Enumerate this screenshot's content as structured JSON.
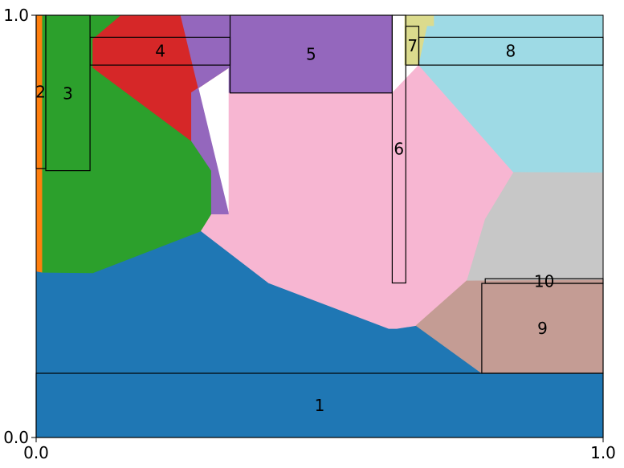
{
  "chart_data": {
    "type": "treemap",
    "xlim": [
      0.0,
      1.0
    ],
    "ylim": [
      0.0,
      1.0
    ],
    "x_ticks": [
      "0.0",
      "1.0"
    ],
    "y_ticks": [
      "0.0",
      "1.0"
    ],
    "regions": [
      {
        "label": "1",
        "color": "#1f77b4",
        "polygon": [
          [
            0.0,
            0.0
          ],
          [
            1.0,
            0.0
          ],
          [
            1.0,
            0.152
          ],
          [
            0.786,
            0.152
          ],
          [
            0.67,
            0.265
          ],
          [
            0.636,
            0.258
          ],
          [
            0.622,
            0.258
          ],
          [
            0.41,
            0.366
          ],
          [
            0.291,
            0.489
          ],
          [
            0.1,
            0.39
          ],
          [
            0.011,
            0.391
          ],
          [
            0.0,
            0.394
          ]
        ]
      },
      {
        "label": "2",
        "color": "#ff7f0e",
        "polygon": [
          [
            0.0,
            0.394
          ],
          [
            0.011,
            0.391
          ],
          [
            0.011,
            1.0
          ],
          [
            0.0,
            1.0
          ]
        ]
      },
      {
        "label": "3",
        "color": "#2ca02c",
        "polygon": [
          [
            0.011,
            0.391
          ],
          [
            0.1,
            0.39
          ],
          [
            0.291,
            0.489
          ],
          [
            0.309,
            0.528
          ],
          [
            0.309,
            0.632
          ],
          [
            0.274,
            0.702
          ],
          [
            0.1,
            0.876
          ],
          [
            0.1,
            0.943
          ],
          [
            0.15,
            1.0
          ],
          [
            0.011,
            1.0
          ]
        ]
      },
      {
        "label": "4",
        "color": "#d62728",
        "polygon": [
          [
            0.15,
            1.0
          ],
          [
            0.255,
            1.0
          ],
          [
            0.34,
            0.948
          ],
          [
            0.34,
            0.876
          ],
          [
            0.274,
            0.817
          ],
          [
            0.274,
            0.702
          ],
          [
            0.1,
            0.876
          ],
          [
            0.1,
            0.943
          ]
        ]
      },
      {
        "label": "5",
        "color": "#9467bd",
        "polygon": [
          [
            0.255,
            1.0
          ],
          [
            0.628,
            1.0
          ],
          [
            0.628,
            0.816
          ],
          [
            0.34,
            0.816
          ],
          [
            0.34,
            0.876
          ],
          [
            0.274,
            0.817
          ],
          [
            0.274,
            0.702
          ],
          [
            0.309,
            0.632
          ],
          [
            0.309,
            0.528
          ],
          [
            0.34,
            0.528
          ]
        ]
      },
      {
        "label": "6",
        "color": "#f7b6d2",
        "polygon": [
          [
            0.291,
            0.489
          ],
          [
            0.41,
            0.366
          ],
          [
            0.622,
            0.258
          ],
          [
            0.636,
            0.258
          ],
          [
            0.67,
            0.265
          ],
          [
            0.76,
            0.372
          ],
          [
            0.842,
            0.628
          ],
          [
            0.675,
            0.882
          ],
          [
            0.628,
            0.816
          ],
          [
            0.34,
            0.816
          ],
          [
            0.34,
            0.528
          ],
          [
            0.309,
            0.528
          ]
        ]
      },
      {
        "label": "7",
        "color": "#dbdb8d",
        "polygon": [
          [
            0.65,
            1.0
          ],
          [
            0.702,
            1.0
          ],
          [
            0.702,
            0.974
          ],
          [
            0.69,
            0.974
          ],
          [
            0.675,
            0.882
          ],
          [
            0.65,
            0.882
          ]
        ]
      },
      {
        "label": "8",
        "color": "#9edae5",
        "polygon": [
          [
            0.702,
            1.0
          ],
          [
            1.0,
            1.0
          ],
          [
            1.0,
            0.627
          ],
          [
            0.842,
            0.628
          ],
          [
            0.675,
            0.882
          ],
          [
            0.69,
            0.974
          ],
          [
            0.702,
            0.974
          ]
        ]
      },
      {
        "label": "9",
        "color": "#c49c94",
        "polygon": [
          [
            0.67,
            0.265
          ],
          [
            0.786,
            0.152
          ],
          [
            1.0,
            0.152
          ],
          [
            1.0,
            0.374
          ],
          [
            0.76,
            0.372
          ]
        ]
      },
      {
        "label": "10",
        "color": "#c7c7c7",
        "polygon": [
          [
            0.76,
            0.372
          ],
          [
            1.0,
            0.374
          ],
          [
            1.0,
            0.627
          ],
          [
            0.842,
            0.628
          ],
          [
            0.792,
            0.517
          ]
        ]
      }
    ],
    "boxes": [
      {
        "label": "1",
        "rect": [
          0.0,
          0.0,
          1.0,
          0.152
        ],
        "label_pos": [
          0.5,
          0.076
        ]
      },
      {
        "label": "2",
        "rect": [
          0.0,
          0.637,
          0.017,
          1.0
        ],
        "label_pos": [
          0.008,
          0.818
        ]
      },
      {
        "label": "3",
        "rect": [
          0.017,
          0.632,
          0.095,
          1.0
        ],
        "label_pos": [
          0.056,
          0.815
        ]
      },
      {
        "label": "4",
        "rect": [
          0.095,
          0.882,
          0.342,
          0.948
        ],
        "label_pos": [
          0.219,
          0.915
        ]
      },
      {
        "label": "5",
        "rect": [
          0.342,
          0.816,
          0.628,
          1.0
        ],
        "label_pos": [
          0.485,
          0.908
        ]
      },
      {
        "label": "6",
        "rect": [
          0.628,
          0.366,
          0.652,
          1.0
        ],
        "label_pos": [
          0.64,
          0.683
        ]
      },
      {
        "label": "7",
        "rect": [
          0.652,
          0.882,
          0.675,
          0.974
        ],
        "label_pos": [
          0.664,
          0.928
        ]
      },
      {
        "label": "8",
        "rect": [
          0.675,
          0.882,
          1.0,
          0.948
        ],
        "label_pos": [
          0.837,
          0.915
        ]
      },
      {
        "label": "9",
        "rect": [
          0.786,
          0.152,
          1.0,
          0.365
        ],
        "label_pos": [
          0.893,
          0.259
        ]
      },
      {
        "label": "10",
        "rect": [
          0.792,
          0.365,
          1.0,
          0.376
        ],
        "label_pos": [
          0.896,
          0.37
        ]
      }
    ]
  }
}
